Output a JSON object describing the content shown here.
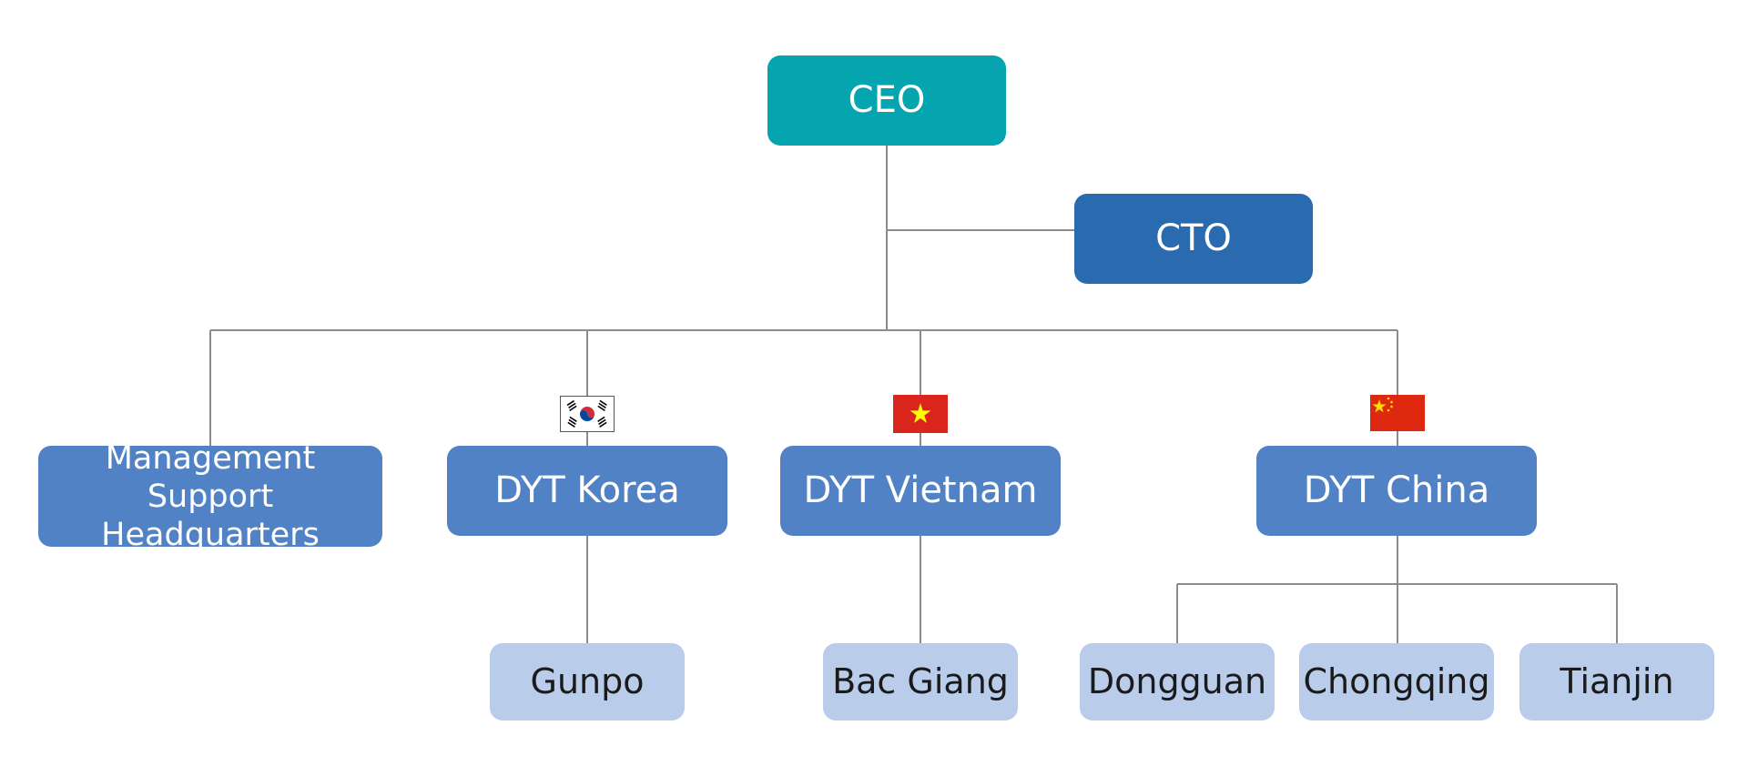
{
  "org_chart": {
    "ceo": {
      "label": "CEO"
    },
    "cto": {
      "label": "CTO"
    },
    "divisions": [
      {
        "id": "management",
        "label": "Management\nSupport Headquarters"
      },
      {
        "id": "korea",
        "label": "DYT Korea",
        "flag": "south-korea-flag-icon"
      },
      {
        "id": "vietnam",
        "label": "DYT Vietnam",
        "flag": "vietnam-flag-icon"
      },
      {
        "id": "china",
        "label": "DYT China",
        "flag": "china-flag-icon"
      }
    ],
    "sites": [
      {
        "parent": "korea",
        "label": "Gunpo"
      },
      {
        "parent": "vietnam",
        "label": "Bac Giang"
      },
      {
        "parent": "china",
        "label": "Dongguan"
      },
      {
        "parent": "china",
        "label": "Chongqing"
      },
      {
        "parent": "china",
        "label": "Tianjin"
      }
    ]
  },
  "colors": {
    "ceo": "#05a5b0",
    "cto": "#2a6aaf",
    "division": "#5182c5",
    "site": "#b9cdea",
    "connector": "#8c8c8c"
  }
}
